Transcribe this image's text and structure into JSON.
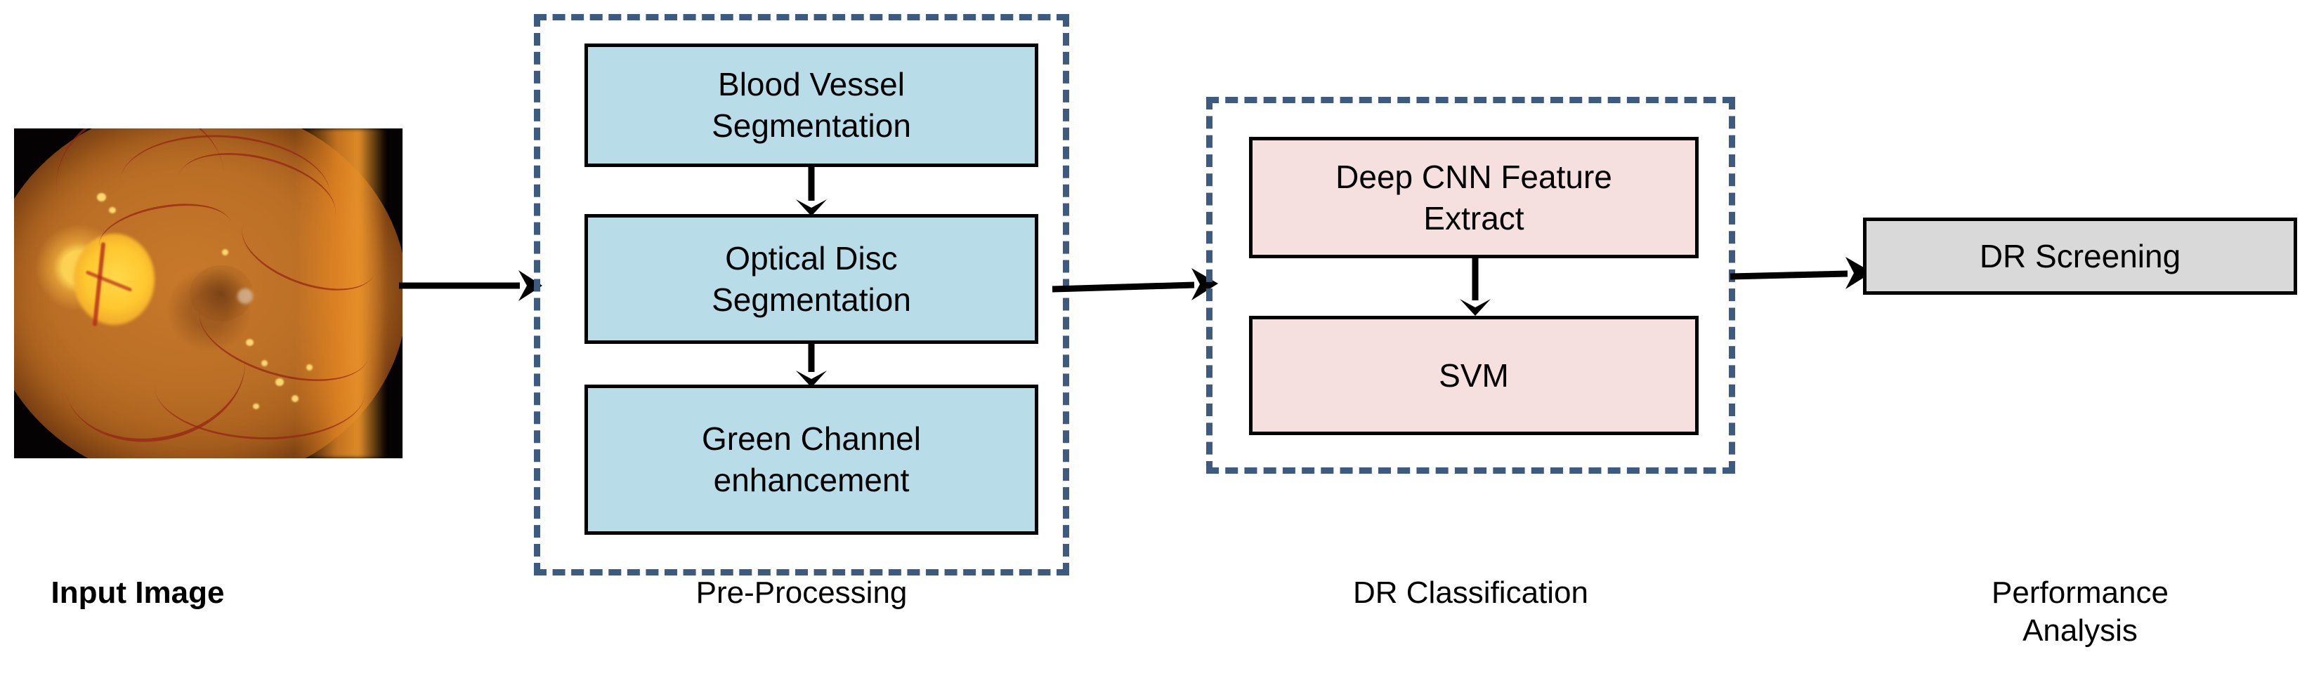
{
  "figure": {
    "type": "flowchart",
    "title_present": false,
    "background_color": "#ffffff",
    "accent_dashed_color": "#3d5a80",
    "node_fill_preprocessing": "#b8dde9",
    "node_fill_classification": "#f6dfdf",
    "node_fill_output": "#d9d9d9",
    "node_border_color": "#000000",
    "arrow_color": "#000000"
  },
  "stages": [
    {
      "id": "input",
      "caption": "Input Image",
      "caption_bold": true,
      "kind": "image",
      "image_description": "Colour retinal fundus photograph"
    },
    {
      "id": "preprocessing",
      "caption": "Pre-Processing",
      "caption_bold": false,
      "kind": "dashed-group",
      "nodes": [
        {
          "label": "Blood Vessel Segmentation",
          "line1": "Blood Vessel",
          "line2": "Segmentation",
          "fill": "#b8dde9"
        },
        {
          "label": "Optical Disc Segmentation",
          "line1": "Optical Disc",
          "line2": "Segmentation",
          "fill": "#b8dde9"
        },
        {
          "label": "Green Channel enhancement",
          "line1": "Green Channel",
          "line2": "enhancement",
          "fill": "#b8dde9"
        }
      ]
    },
    {
      "id": "classification",
      "caption": "DR Classification",
      "caption_bold": false,
      "kind": "dashed-group",
      "nodes": [
        {
          "label": "Deep CNN Feature Extract",
          "line1": "Deep CNN Feature",
          "line2": "Extract",
          "fill": "#f6dfdf"
        },
        {
          "label": "SVM",
          "line1": "SVM",
          "line2": "",
          "fill": "#f6dfdf"
        }
      ]
    },
    {
      "id": "output",
      "caption_line1": "Performance",
      "caption_line2": "Analysis",
      "caption_bold": false,
      "kind": "node",
      "nodes": [
        {
          "label": "DR Screening",
          "line1": "DR Screening",
          "line2": "",
          "fill": "#d9d9d9"
        }
      ]
    }
  ],
  "connectors": [
    {
      "from": "input",
      "to": "preprocessing",
      "orientation": "horizontal",
      "style": "solid-arrow"
    },
    {
      "from": "preprocessing",
      "to": "classification",
      "orientation": "horizontal",
      "style": "solid-arrow"
    },
    {
      "from": "classification",
      "to": "output",
      "orientation": "horizontal",
      "style": "solid-arrow"
    },
    {
      "from": "blood-vessel-segmentation",
      "to": "optical-disc-segmentation",
      "orientation": "vertical",
      "style": "solid-arrow"
    },
    {
      "from": "optical-disc-segmentation",
      "to": "green-channel-enhancement",
      "orientation": "vertical",
      "style": "solid-arrow"
    },
    {
      "from": "deep-cnn-feature-extract",
      "to": "svm",
      "orientation": "vertical",
      "style": "solid-arrow"
    }
  ]
}
